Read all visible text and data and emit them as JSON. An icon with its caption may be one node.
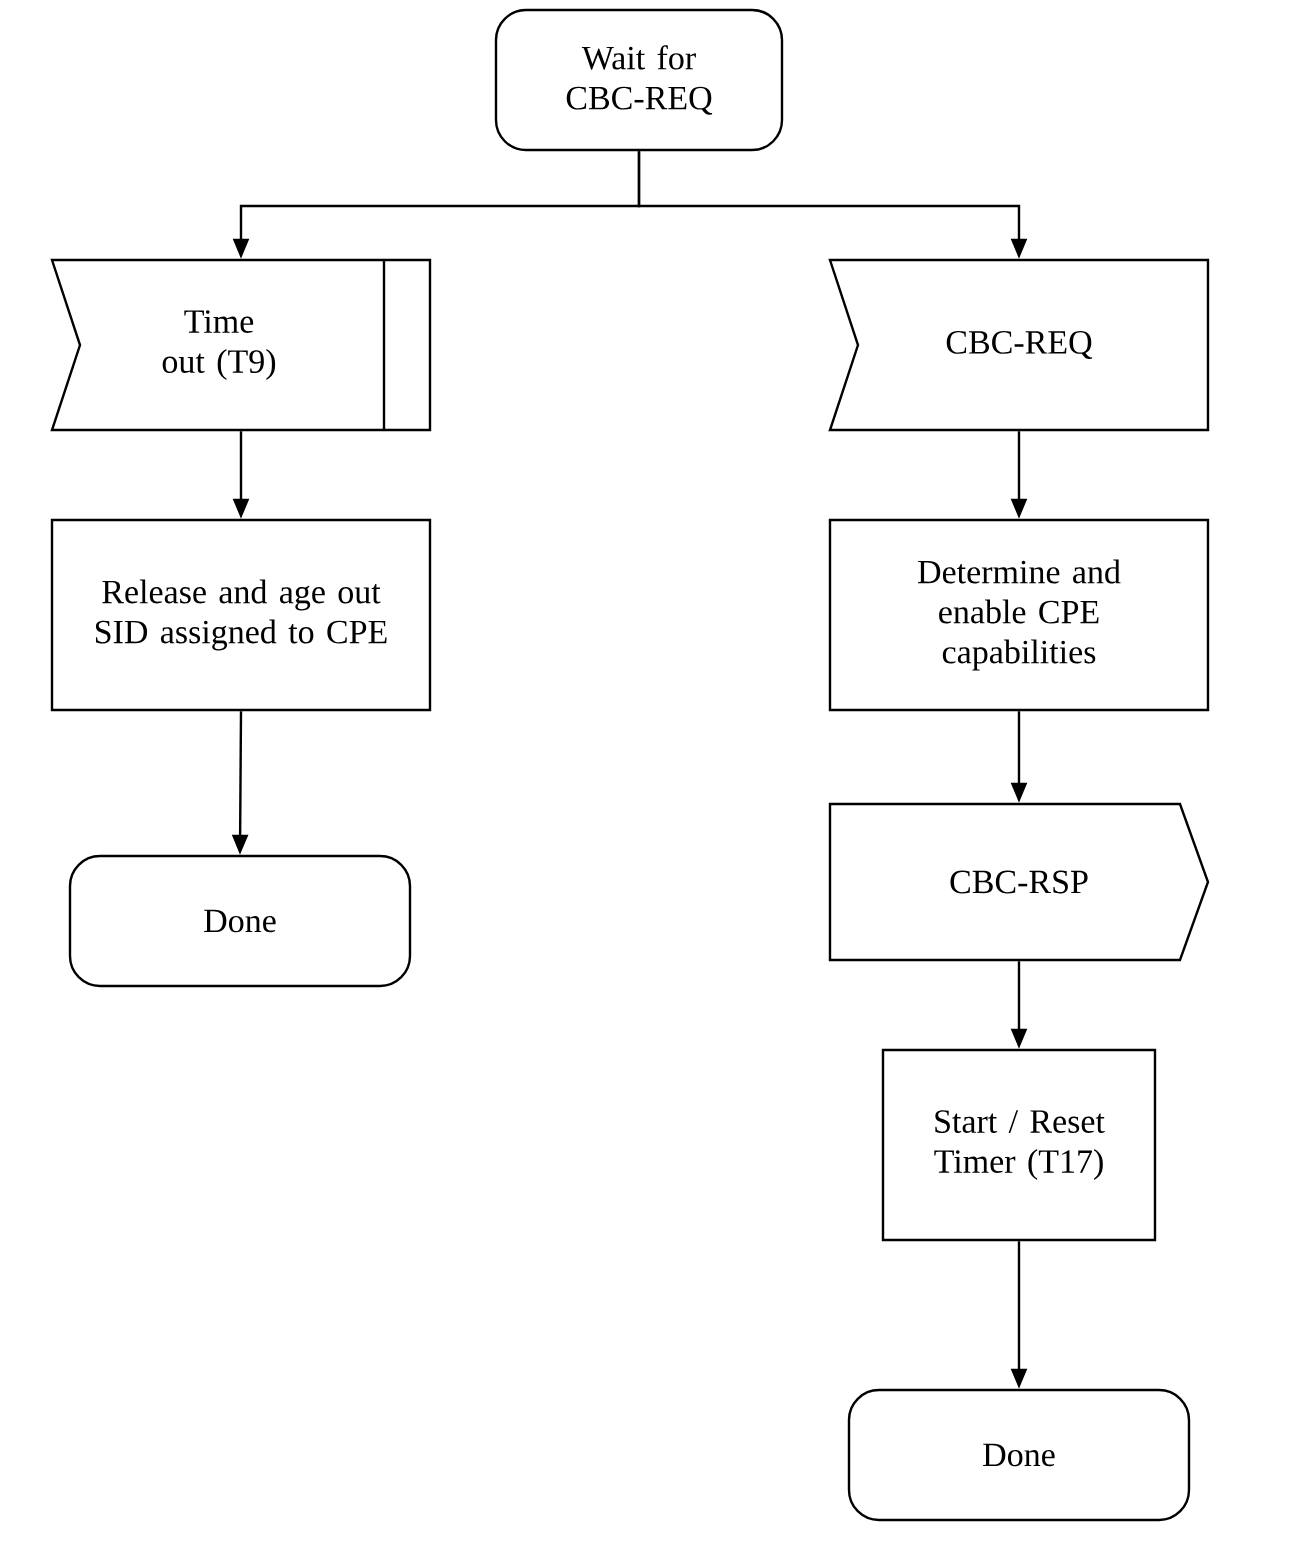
{
  "diagram": {
    "nodes": [
      {
        "text": [
          "Wait for CBC-REQ"
        ]
      },
      {
        "text": [
          "Time out (T9)"
        ]
      },
      {
        "text": [
          "CBC-REQ"
        ]
      },
      {
        "text": [
          "Release and age out SID assigned to CPE"
        ]
      },
      {
        "text": [
          "Done"
        ]
      },
      {
        "text": [
          "Determine and enable CPE capabilities"
        ]
      },
      {
        "text": [
          "CBC-RSP"
        ]
      },
      {
        "text": [
          "Start / Reset Timer (T17)"
        ]
      },
      {
        "text": [
          "Done"
        ]
      }
    ],
    "edges": [
      {
        "from": 0,
        "to": 1,
        "arrow": "to"
      },
      {
        "from": 0,
        "to": 2,
        "arrow": "to"
      },
      {
        "from": 1,
        "to": 3,
        "arrow": "to"
      },
      {
        "from": 3,
        "to": 4,
        "arrow": "to"
      },
      {
        "from": 2,
        "to": 5,
        "arrow": "to"
      },
      {
        "from": 5,
        "to": 6,
        "arrow": "to"
      },
      {
        "from": 6,
        "to": 7,
        "arrow": "to"
      },
      {
        "from": 7,
        "to": 8,
        "arrow": "to"
      }
    ]
  }
}
